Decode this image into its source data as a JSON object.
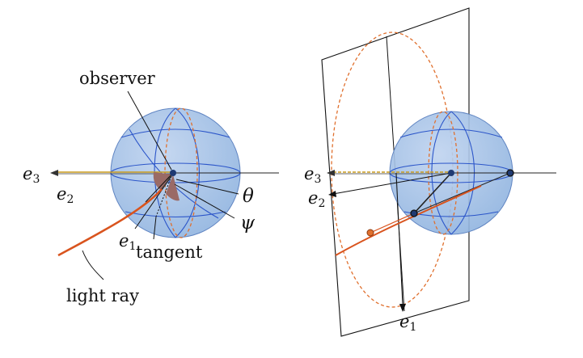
{
  "left_panel": {
    "observer_label": "observer",
    "axis_e3": "e",
    "axis_e3_sub": "3",
    "axis_e2": "e",
    "axis_e2_sub": "2",
    "axis_e1": "e",
    "axis_e1_sub": "1",
    "theta_label": "θ",
    "psi_label": "ψ",
    "tangent_label": "tangent",
    "light_ray_label": "light ray"
  },
  "right_panel": {
    "axis_e3": "e",
    "axis_e3_sub": "3",
    "axis_e2": "e",
    "axis_e2_sub": "2",
    "axis_e1": "e",
    "axis_e1_sub": "1"
  },
  "colors": {
    "sphere_fill": "#8fb3df",
    "sphere_grid": "#2b55c9",
    "ray": "#d9541e",
    "dashed_circle": "#e0702e",
    "axis_e3": "#c89a1c",
    "angle_wedge": "#9a6a66",
    "observer_point": "#1f3a73"
  }
}
